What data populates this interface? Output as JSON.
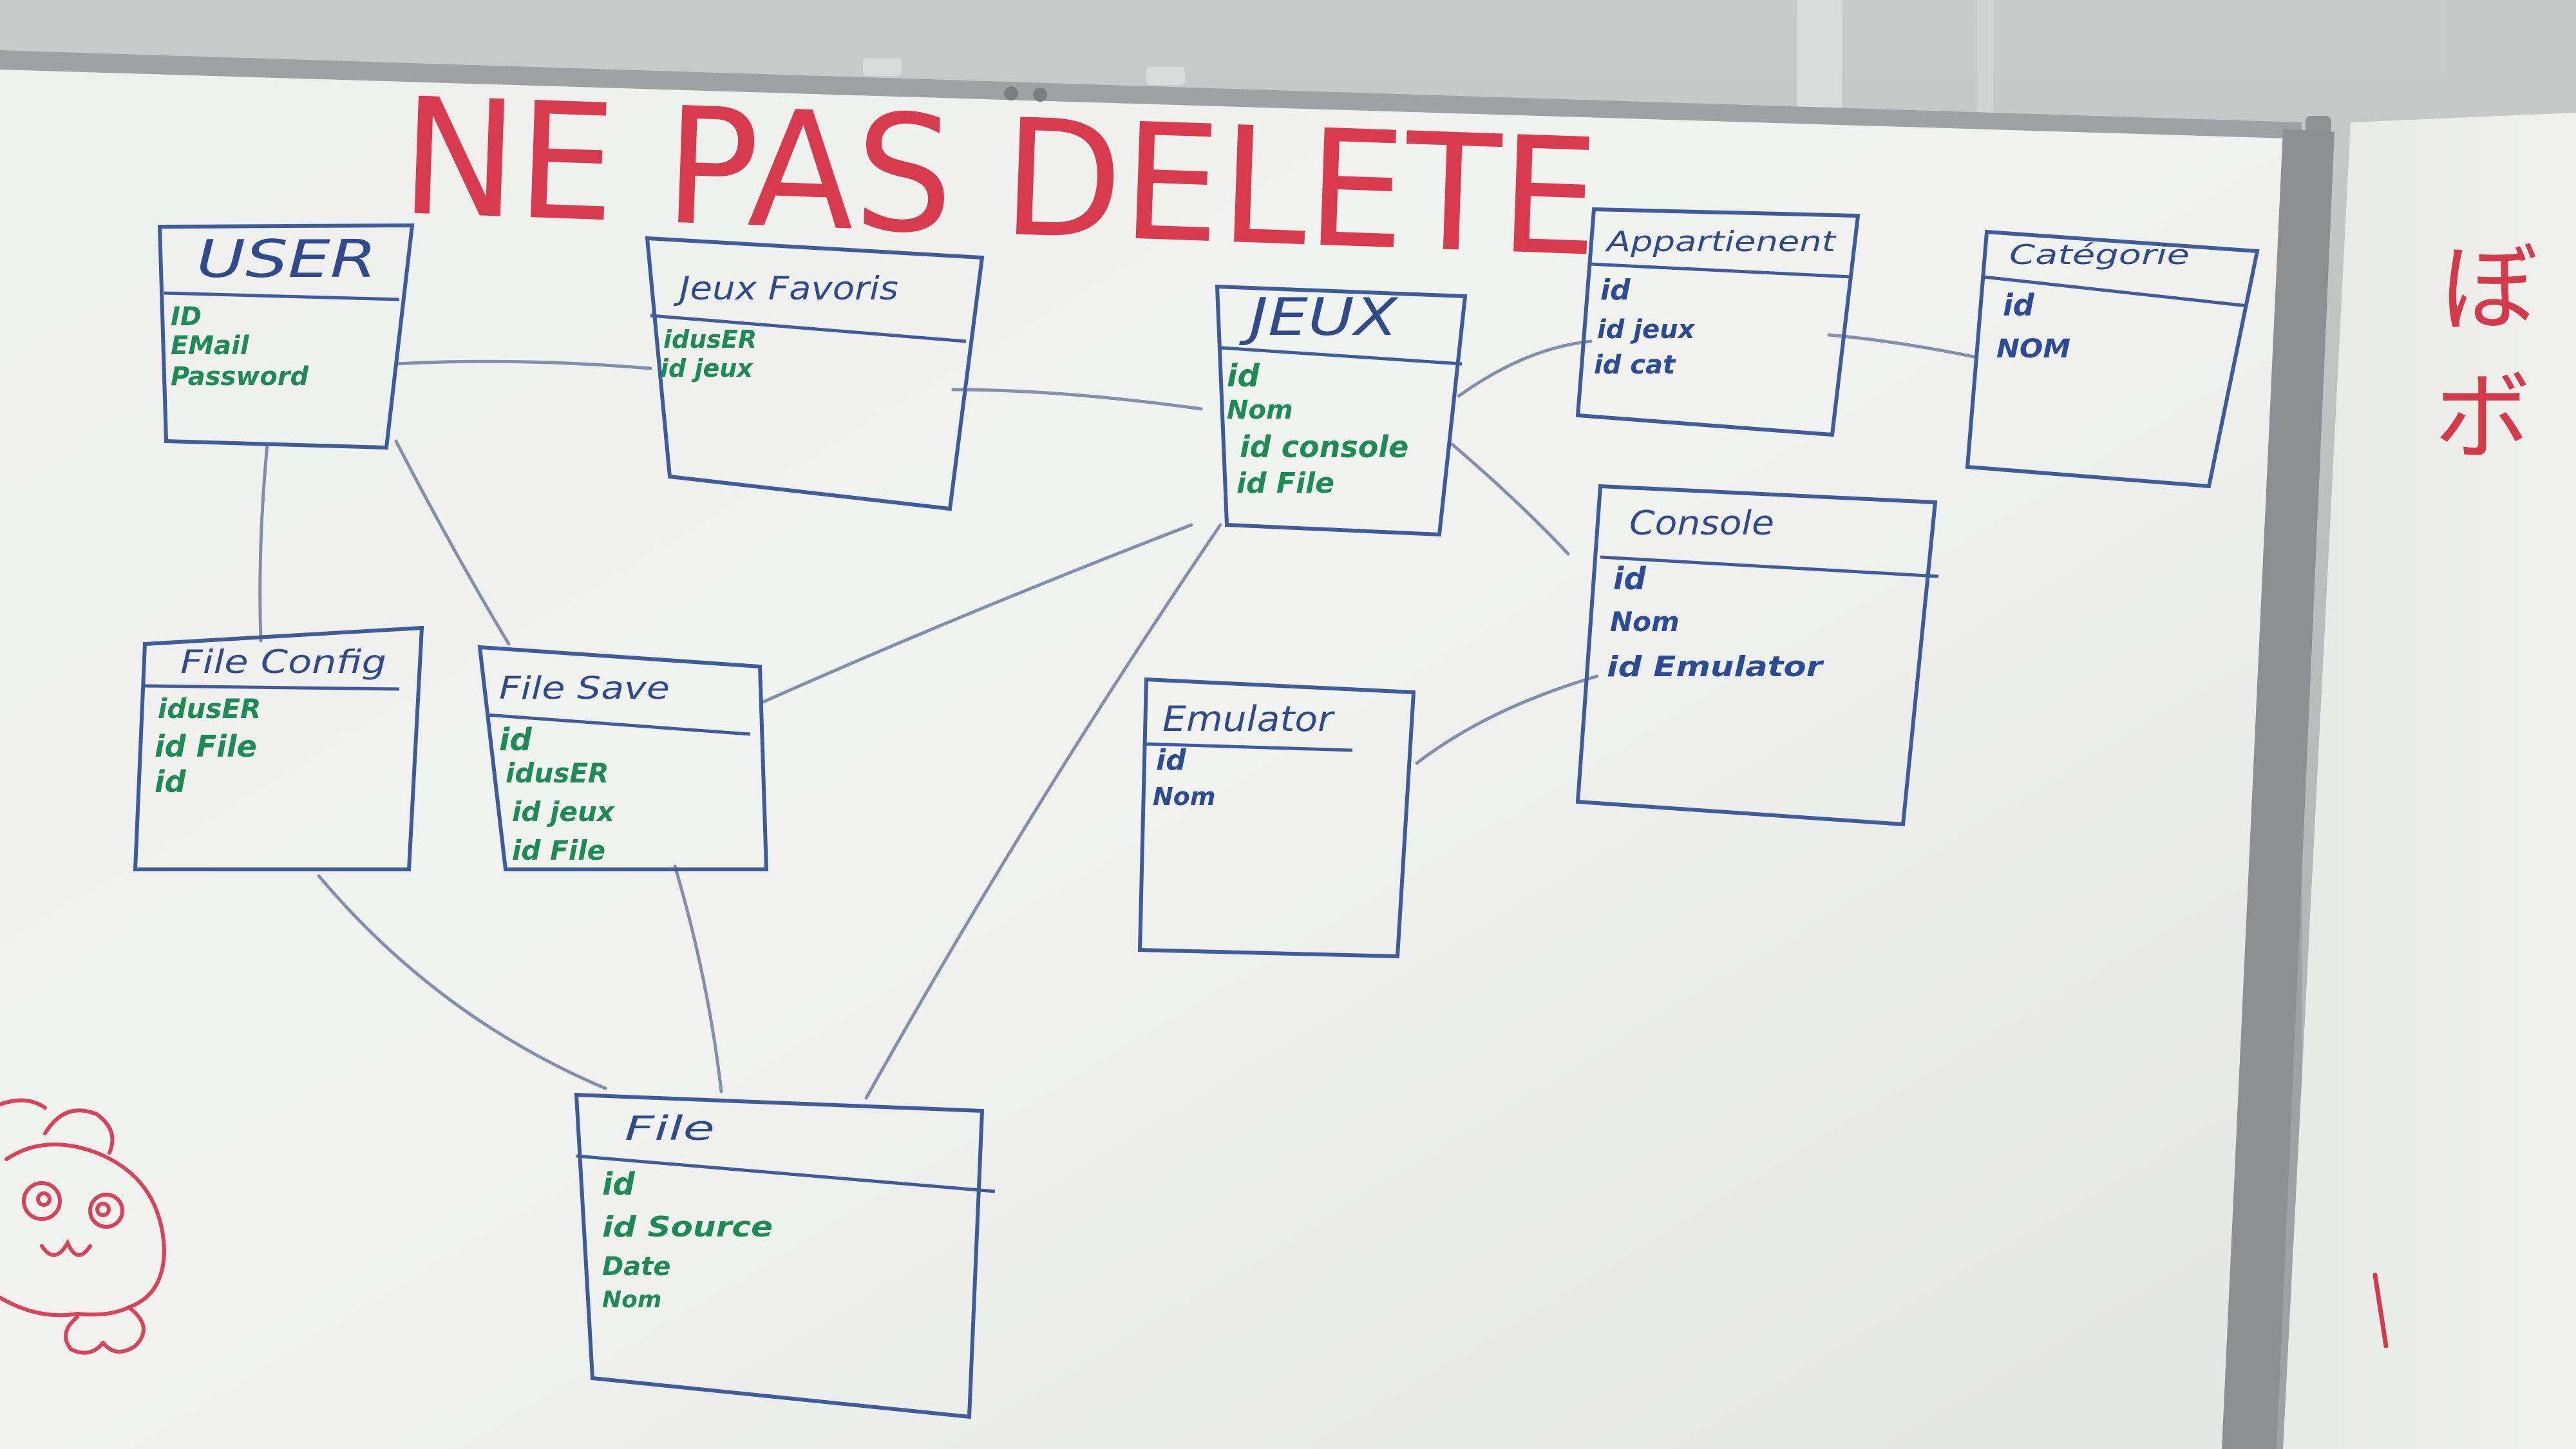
{
  "board": {
    "heading": "NE PAS DELETE",
    "side_board_text": [
      "ぼ",
      "ボ"
    ]
  },
  "colors": {
    "wall": "#b9bcbc",
    "board": "#eceeec",
    "frame": "#9a9d9f",
    "red_marker": "#d83a4e",
    "blue_marker": "#2f4b8c",
    "green_marker": "#1e8a56"
  },
  "tables": [
    {
      "id": "user",
      "name": "USER",
      "fields": [
        "ID",
        "EMail",
        "Password"
      ],
      "ink": "green"
    },
    {
      "id": "jeux_favoris",
      "name": "Jeux Favoris",
      "fields": [
        "idusER",
        "id jeux"
      ],
      "ink": "green"
    },
    {
      "id": "jeux",
      "name": "JEUX",
      "fields": [
        "id",
        "Nom",
        "id console",
        "id File"
      ],
      "ink": "green"
    },
    {
      "id": "appartenance",
      "name": "Appartienent",
      "fields": [
        "id",
        "id jeux",
        "id cat"
      ],
      "ink": "blue"
    },
    {
      "id": "categorie",
      "name": "Catégorie",
      "fields": [
        "id",
        "NOM"
      ],
      "ink": "blue"
    },
    {
      "id": "console",
      "name": "Console",
      "fields": [
        "id",
        "Nom",
        "id Emulator"
      ],
      "ink": "blue"
    },
    {
      "id": "emulator",
      "name": "Emulator",
      "fields": [
        "id",
        "Nom"
      ],
      "ink": "blue"
    },
    {
      "id": "file_config",
      "name": "File Config",
      "fields": [
        "idusER",
        "id File",
        "id"
      ],
      "ink": "green"
    },
    {
      "id": "file_save",
      "name": "File Save",
      "fields": [
        "id",
        "idusER",
        "id jeux",
        "id File"
      ],
      "ink": "green"
    },
    {
      "id": "file",
      "name": "File",
      "fields": [
        "id",
        "id Source",
        "Date",
        "Nom"
      ],
      "ink": "green"
    }
  ],
  "relations": [
    [
      "user",
      "jeux_favoris"
    ],
    [
      "jeux_favoris",
      "jeux"
    ],
    [
      "user",
      "file_config"
    ],
    [
      "user",
      "file_save"
    ],
    [
      "jeux",
      "appartenance"
    ],
    [
      "appartenance",
      "categorie"
    ],
    [
      "jeux",
      "console"
    ],
    [
      "console",
      "emulator"
    ],
    [
      "jeux",
      "file_save"
    ],
    [
      "jeux",
      "file"
    ],
    [
      "file_config",
      "file"
    ],
    [
      "file_save",
      "file"
    ]
  ],
  "doodle": "hand-drawn-face-sketch"
}
